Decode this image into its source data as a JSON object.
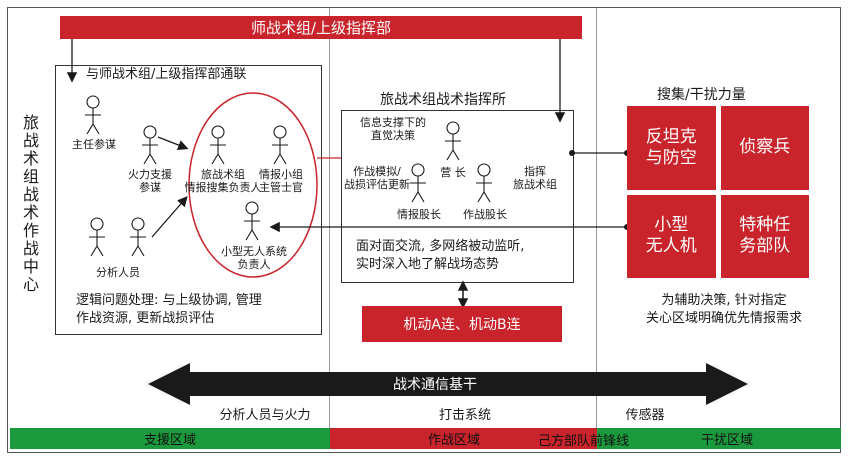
{
  "title_bar": "师战术组/上级指挥部",
  "side_title": "旅战术组战术作战中心",
  "left_panel": {
    "header": "与师战术组/上级指挥部通联",
    "people": {
      "chief": "主任参谋",
      "fire": "火力支援\n参谋",
      "info_lead": "旅战术组\n情报搜集负责人",
      "intel_officer": "情报小组\n主管士官",
      "analysts": "分析人员",
      "uav": "小型无人系统\n负责人"
    },
    "footer": "逻辑问题处理: 与上级协调, 管理\n作战资源, 更新战损评估"
  },
  "center_panel": {
    "title": "旅战术组战术指挥所",
    "people": {
      "info_decision": "信息支撑下的\n直觉决策",
      "battalion_cmdr": "营 长",
      "ops_sim": "作战模拟/\n战损评估更新",
      "intel_officer": "情报股长",
      "ops_officer": "作战股长",
      "command_group": "指挥\n旅战术组"
    },
    "footer": "面对面交流, 多网络被动监听,\n实时深入地了解战场态势"
  },
  "mobile_units": "机动A连、机动B连",
  "right_panel": {
    "title": "搜集/干扰力量",
    "cells": [
      "反坦克\n与防空",
      "侦察兵",
      "小型\n无人机",
      "特种任\n务部队"
    ],
    "footer": "为辅助决策, 针对指定\n关心区域明确优先情报需求"
  },
  "backbone": {
    "label": "战术通信基干",
    "left": "分析人员与火力",
    "center": "打击系统",
    "right": "传感器"
  },
  "zones": {
    "support": "支援区域",
    "combat": "作战区域",
    "front": "己方部队前锋线",
    "jamming": "干扰区域"
  },
  "colors": {
    "red": "#c9242b",
    "green": "#1a9a3c",
    "arrow": "#1a1a1a"
  }
}
